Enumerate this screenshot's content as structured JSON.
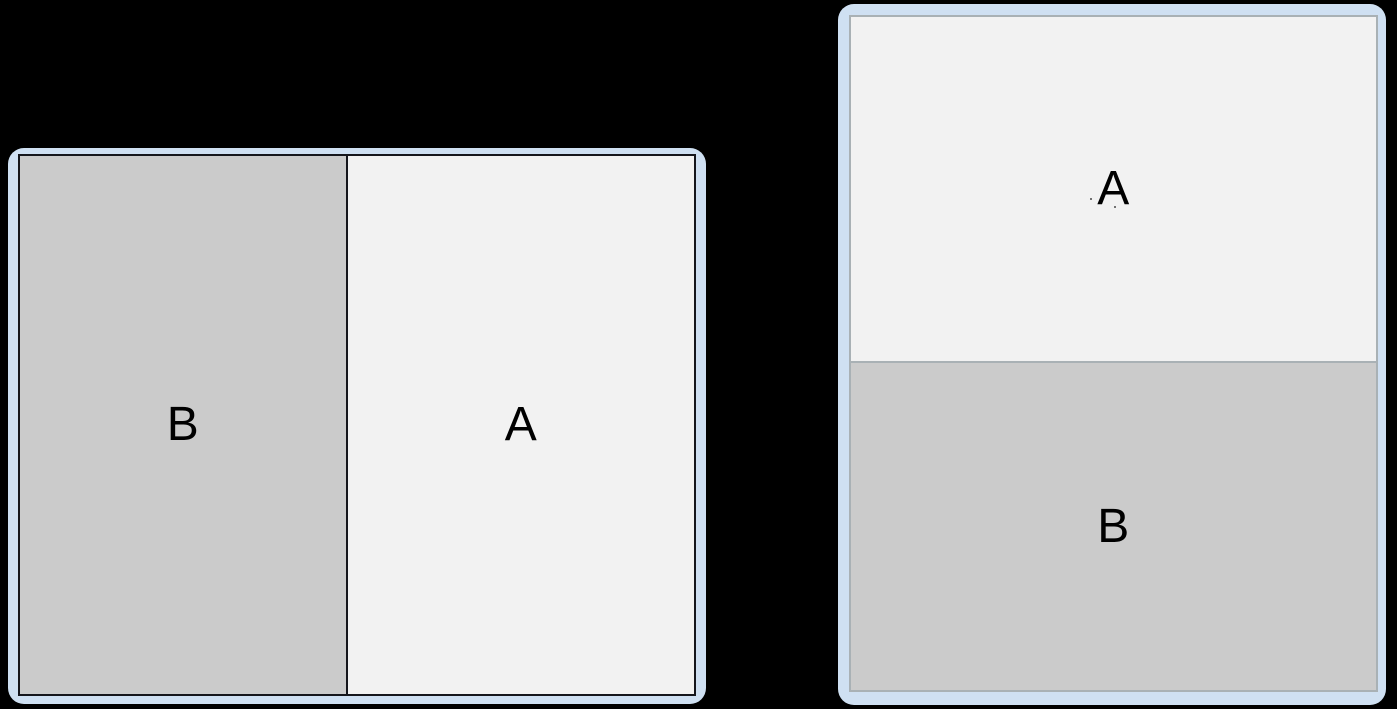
{
  "background_color": "#000000",
  "devices": [
    {
      "id": "left",
      "name": "landscape-device",
      "orientation": "landscape",
      "split_direction": "row",
      "frame_color": "#cfe0f2",
      "screen_border_color": "#15161c",
      "panes": [
        {
          "label": "B",
          "fill": "#cbcbcb",
          "flex": 323
        },
        {
          "label": "A",
          "fill": "#f2f2f2",
          "flex": 343
        }
      ]
    },
    {
      "id": "right",
      "name": "portrait-device",
      "orientation": "portrait",
      "split_direction": "column",
      "frame_color": "#cfe0f2",
      "screen_border_color": "#a9b1b5",
      "panes": [
        {
          "label": "A",
          "fill": "#f2f2f2",
          "flex": 342
        },
        {
          "label": "B",
          "fill": "#cbcbcb",
          "flex": 325
        }
      ]
    }
  ]
}
